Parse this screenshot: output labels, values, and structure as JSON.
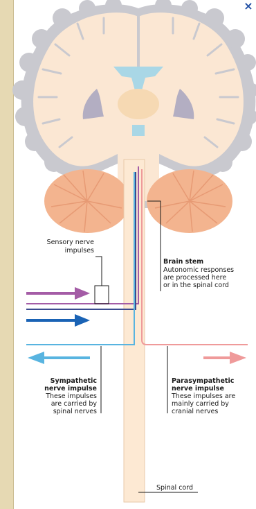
{
  "window": {
    "close_glyph": "×"
  },
  "labels": {
    "sensory": [
      "Sensory nerve",
      "impulses"
    ],
    "brain_stem": {
      "title": "Brain stem",
      "lines": [
        "Autonomic responses",
        "are processed here",
        "or in the spinal cord"
      ]
    },
    "sympathetic": {
      "title": [
        "Sympathetic",
        "nerve impulse"
      ],
      "lines": [
        "These impulses",
        "are carried by",
        "spinal nerves"
      ]
    },
    "parasympathetic": {
      "title": [
        "Parasympathetic",
        "nerve impulse"
      ],
      "lines": [
        "These impulses are",
        "mainly carried by",
        "cranial nerves"
      ]
    },
    "spinal_cord": "Spinal cord"
  },
  "colors": {
    "sensory": "#a45ca6",
    "sensory_dark": "#3b4a8e",
    "motor_dark": "#1a63b5",
    "sympathetic": "#58b4e0",
    "parasympathetic": "#ef9a9a",
    "brain_fill": "#fbe7d3",
    "brain_outline": "#c9c9cf",
    "cerebellum": "#f3b48f",
    "ventricle": "#a9d7e6",
    "nucleus": "#b3aec2"
  },
  "icons": {
    "close": "close-icon"
  }
}
